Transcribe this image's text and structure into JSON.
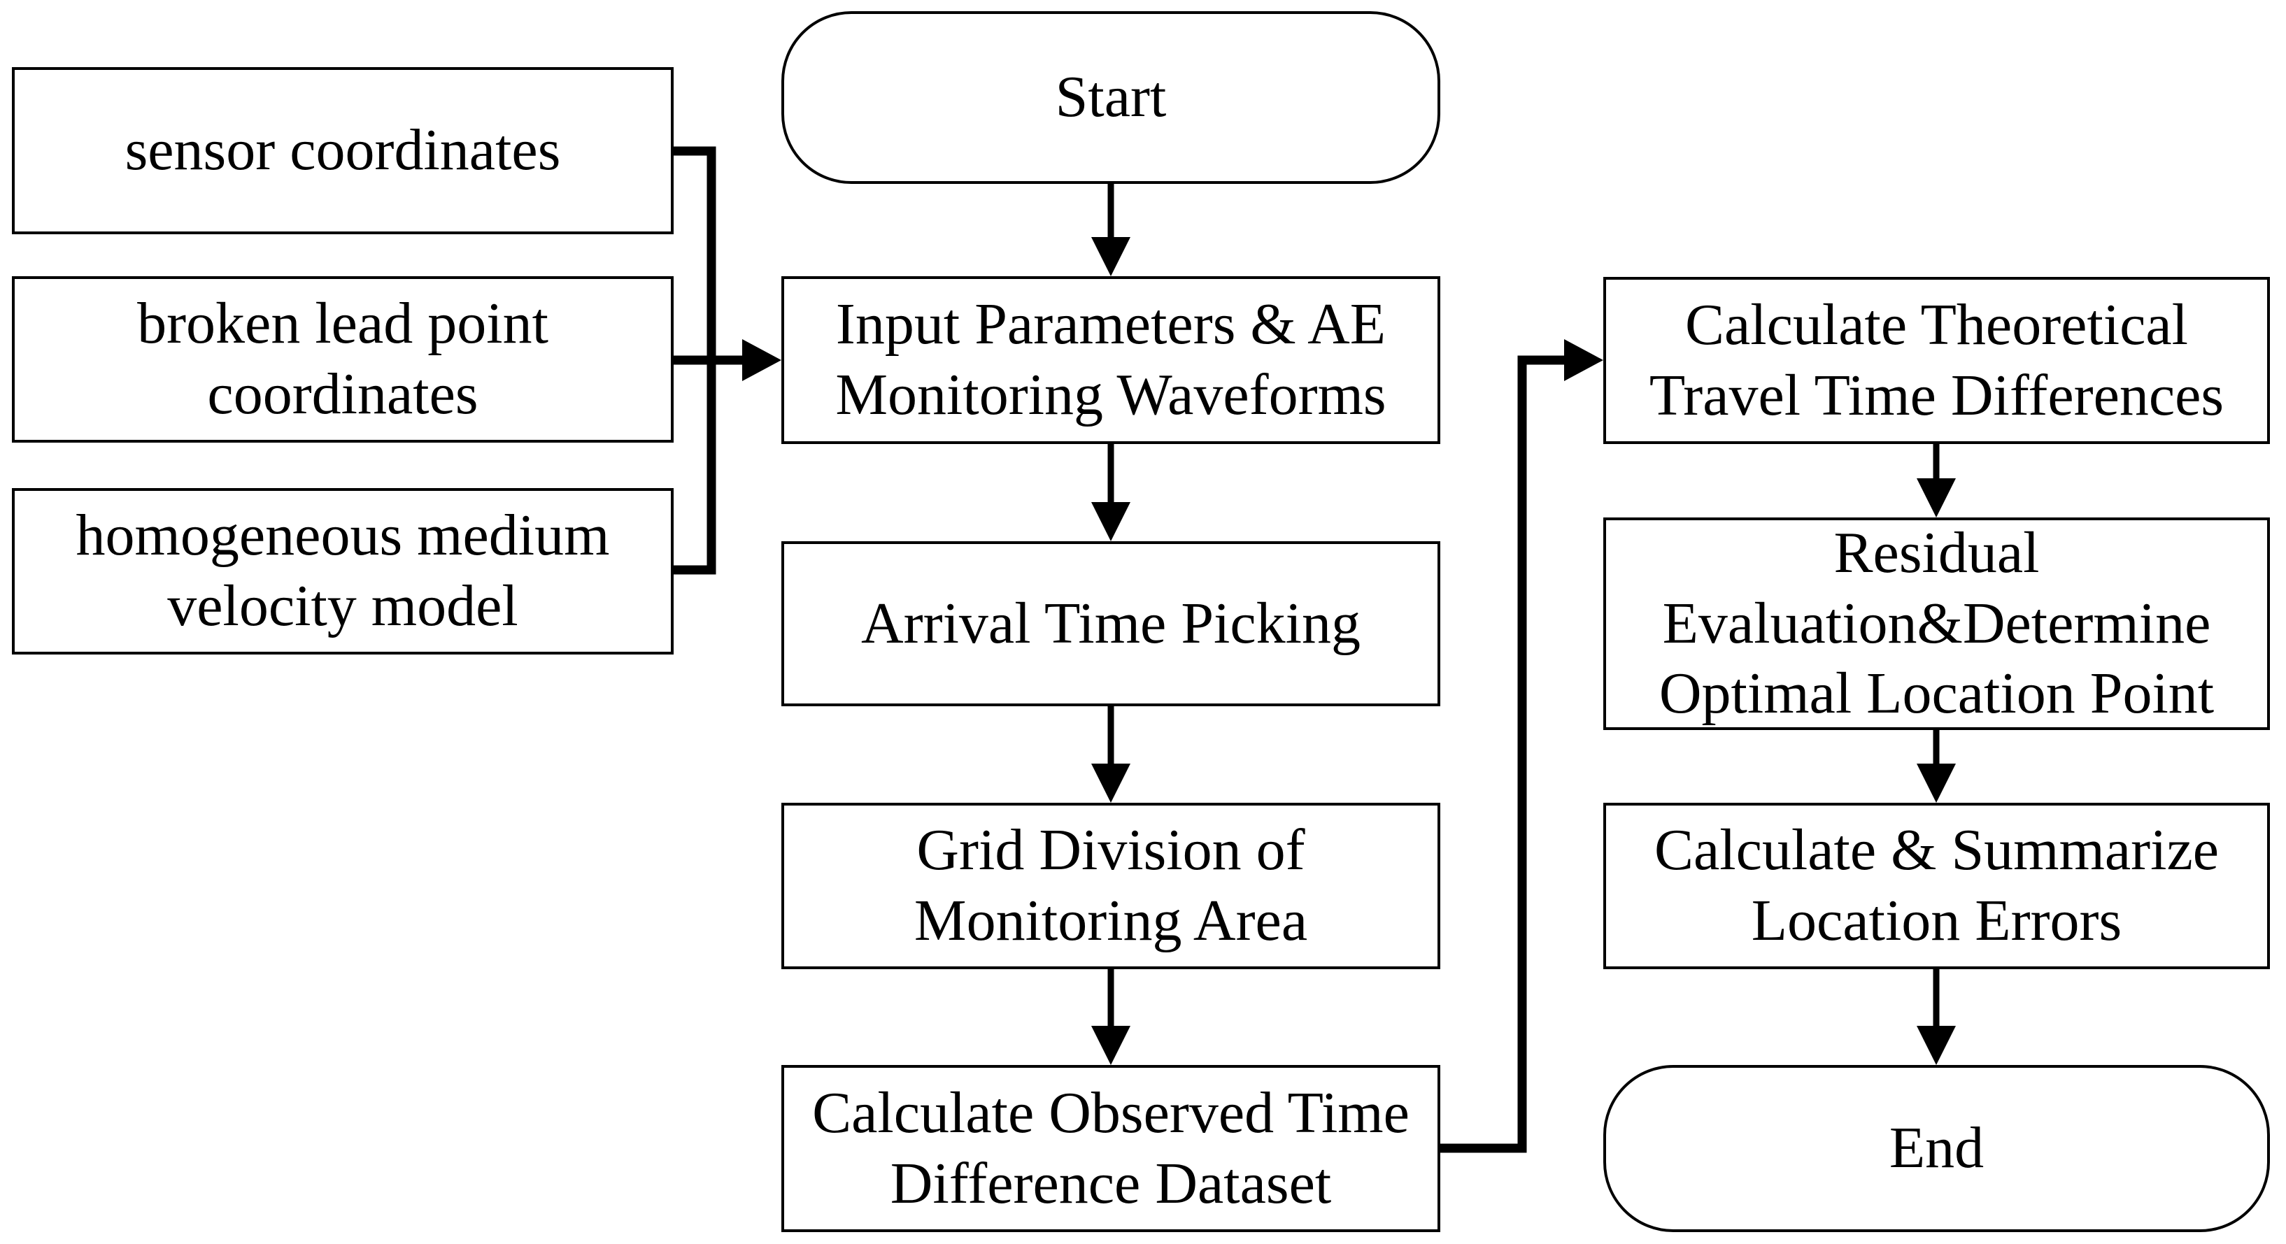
{
  "diagram": {
    "title": "AE broken-lead source location flowchart",
    "background_color": "#ffffff",
    "line_color": "#000000",
    "nodes": {
      "sensor_coordinates": {
        "label": "sensor coordinates",
        "shape": "rectangle"
      },
      "broken_lead_point": {
        "label": "broken lead point\ncoordinates",
        "shape": "rectangle"
      },
      "velocity_model": {
        "label": "homogeneous medium\nvelocity model",
        "shape": "rectangle"
      },
      "start": {
        "label": "Start",
        "shape": "terminator"
      },
      "input_params": {
        "label": "Input Parameters & AE\nMonitoring Waveforms",
        "shape": "rectangle"
      },
      "arrival_picking": {
        "label": "Arrival Time Picking",
        "shape": "rectangle"
      },
      "grid_division": {
        "label": "Grid Division of\nMonitoring Area",
        "shape": "rectangle"
      },
      "observed_dataset": {
        "label": "Calculate Observed Time\nDifference Dataset",
        "shape": "rectangle"
      },
      "theoretical_diff": {
        "label": "Calculate Theoretical\nTravel Time Differences",
        "shape": "rectangle"
      },
      "residual_eval": {
        "label": "Residual\nEvaluation&Determine\nOptimal Location Point",
        "shape": "rectangle"
      },
      "location_errors": {
        "label": "Calculate & Summarize\nLocation Errors",
        "shape": "rectangle"
      },
      "end": {
        "label": "End",
        "shape": "terminator"
      }
    },
    "edges": [
      {
        "from": "start",
        "to": "input_params"
      },
      {
        "from": "sensor_coordinates",
        "to": "input_params"
      },
      {
        "from": "broken_lead_point",
        "to": "input_params"
      },
      {
        "from": "velocity_model",
        "to": "input_params"
      },
      {
        "from": "input_params",
        "to": "arrival_picking"
      },
      {
        "from": "arrival_picking",
        "to": "grid_division"
      },
      {
        "from": "grid_division",
        "to": "observed_dataset"
      },
      {
        "from": "observed_dataset",
        "to": "theoretical_diff"
      },
      {
        "from": "theoretical_diff",
        "to": "residual_eval"
      },
      {
        "from": "residual_eval",
        "to": "location_errors"
      },
      {
        "from": "location_errors",
        "to": "end"
      }
    ]
  }
}
